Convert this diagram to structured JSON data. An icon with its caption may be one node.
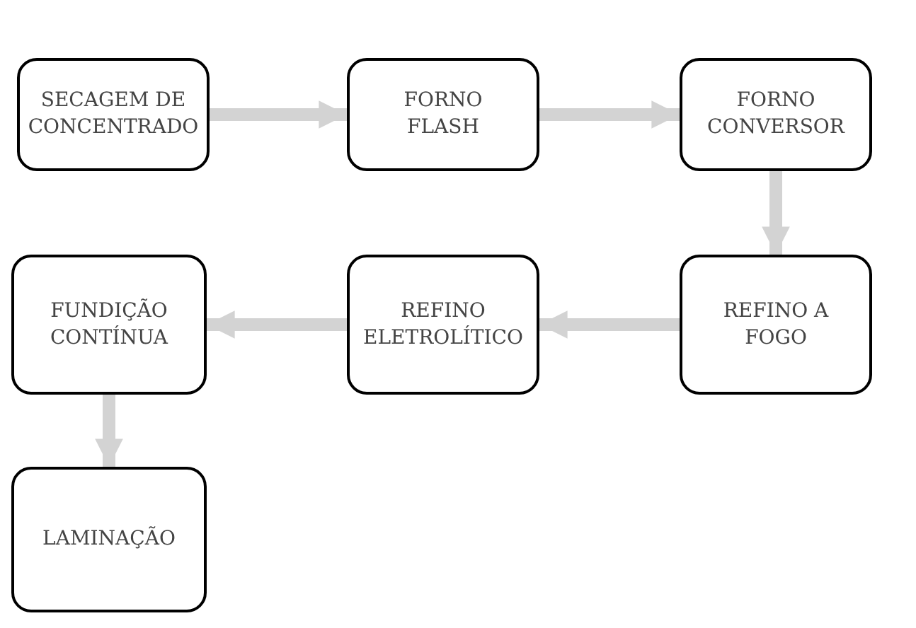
{
  "diagram": {
    "nodes": [
      {
        "text": [
          "SECAGEM DE CONCENTRADO"
        ]
      },
      {
        "text": [
          "FORNO FLASH"
        ]
      },
      {
        "text": [
          "FORNO CONVERSOR"
        ]
      },
      {
        "text": [
          "REFINO A FOGO"
        ]
      },
      {
        "text": [
          "REFINO ELETROLÍTICO"
        ]
      },
      {
        "text": [
          "FUNDIÇÃO CONTÍNUA"
        ]
      },
      {
        "text": [
          "LAMINAÇÃO"
        ]
      }
    ],
    "edges": [
      {
        "from": 0,
        "to": 1,
        "arrow": "to"
      },
      {
        "from": 1,
        "to": 2,
        "arrow": "to"
      },
      {
        "from": 2,
        "to": 3,
        "arrow": "to"
      },
      {
        "from": 3,
        "to": 4,
        "arrow": "to"
      },
      {
        "from": 4,
        "to": 5,
        "arrow": "to"
      },
      {
        "from": 5,
        "to": 6,
        "arrow": "to"
      }
    ]
  }
}
